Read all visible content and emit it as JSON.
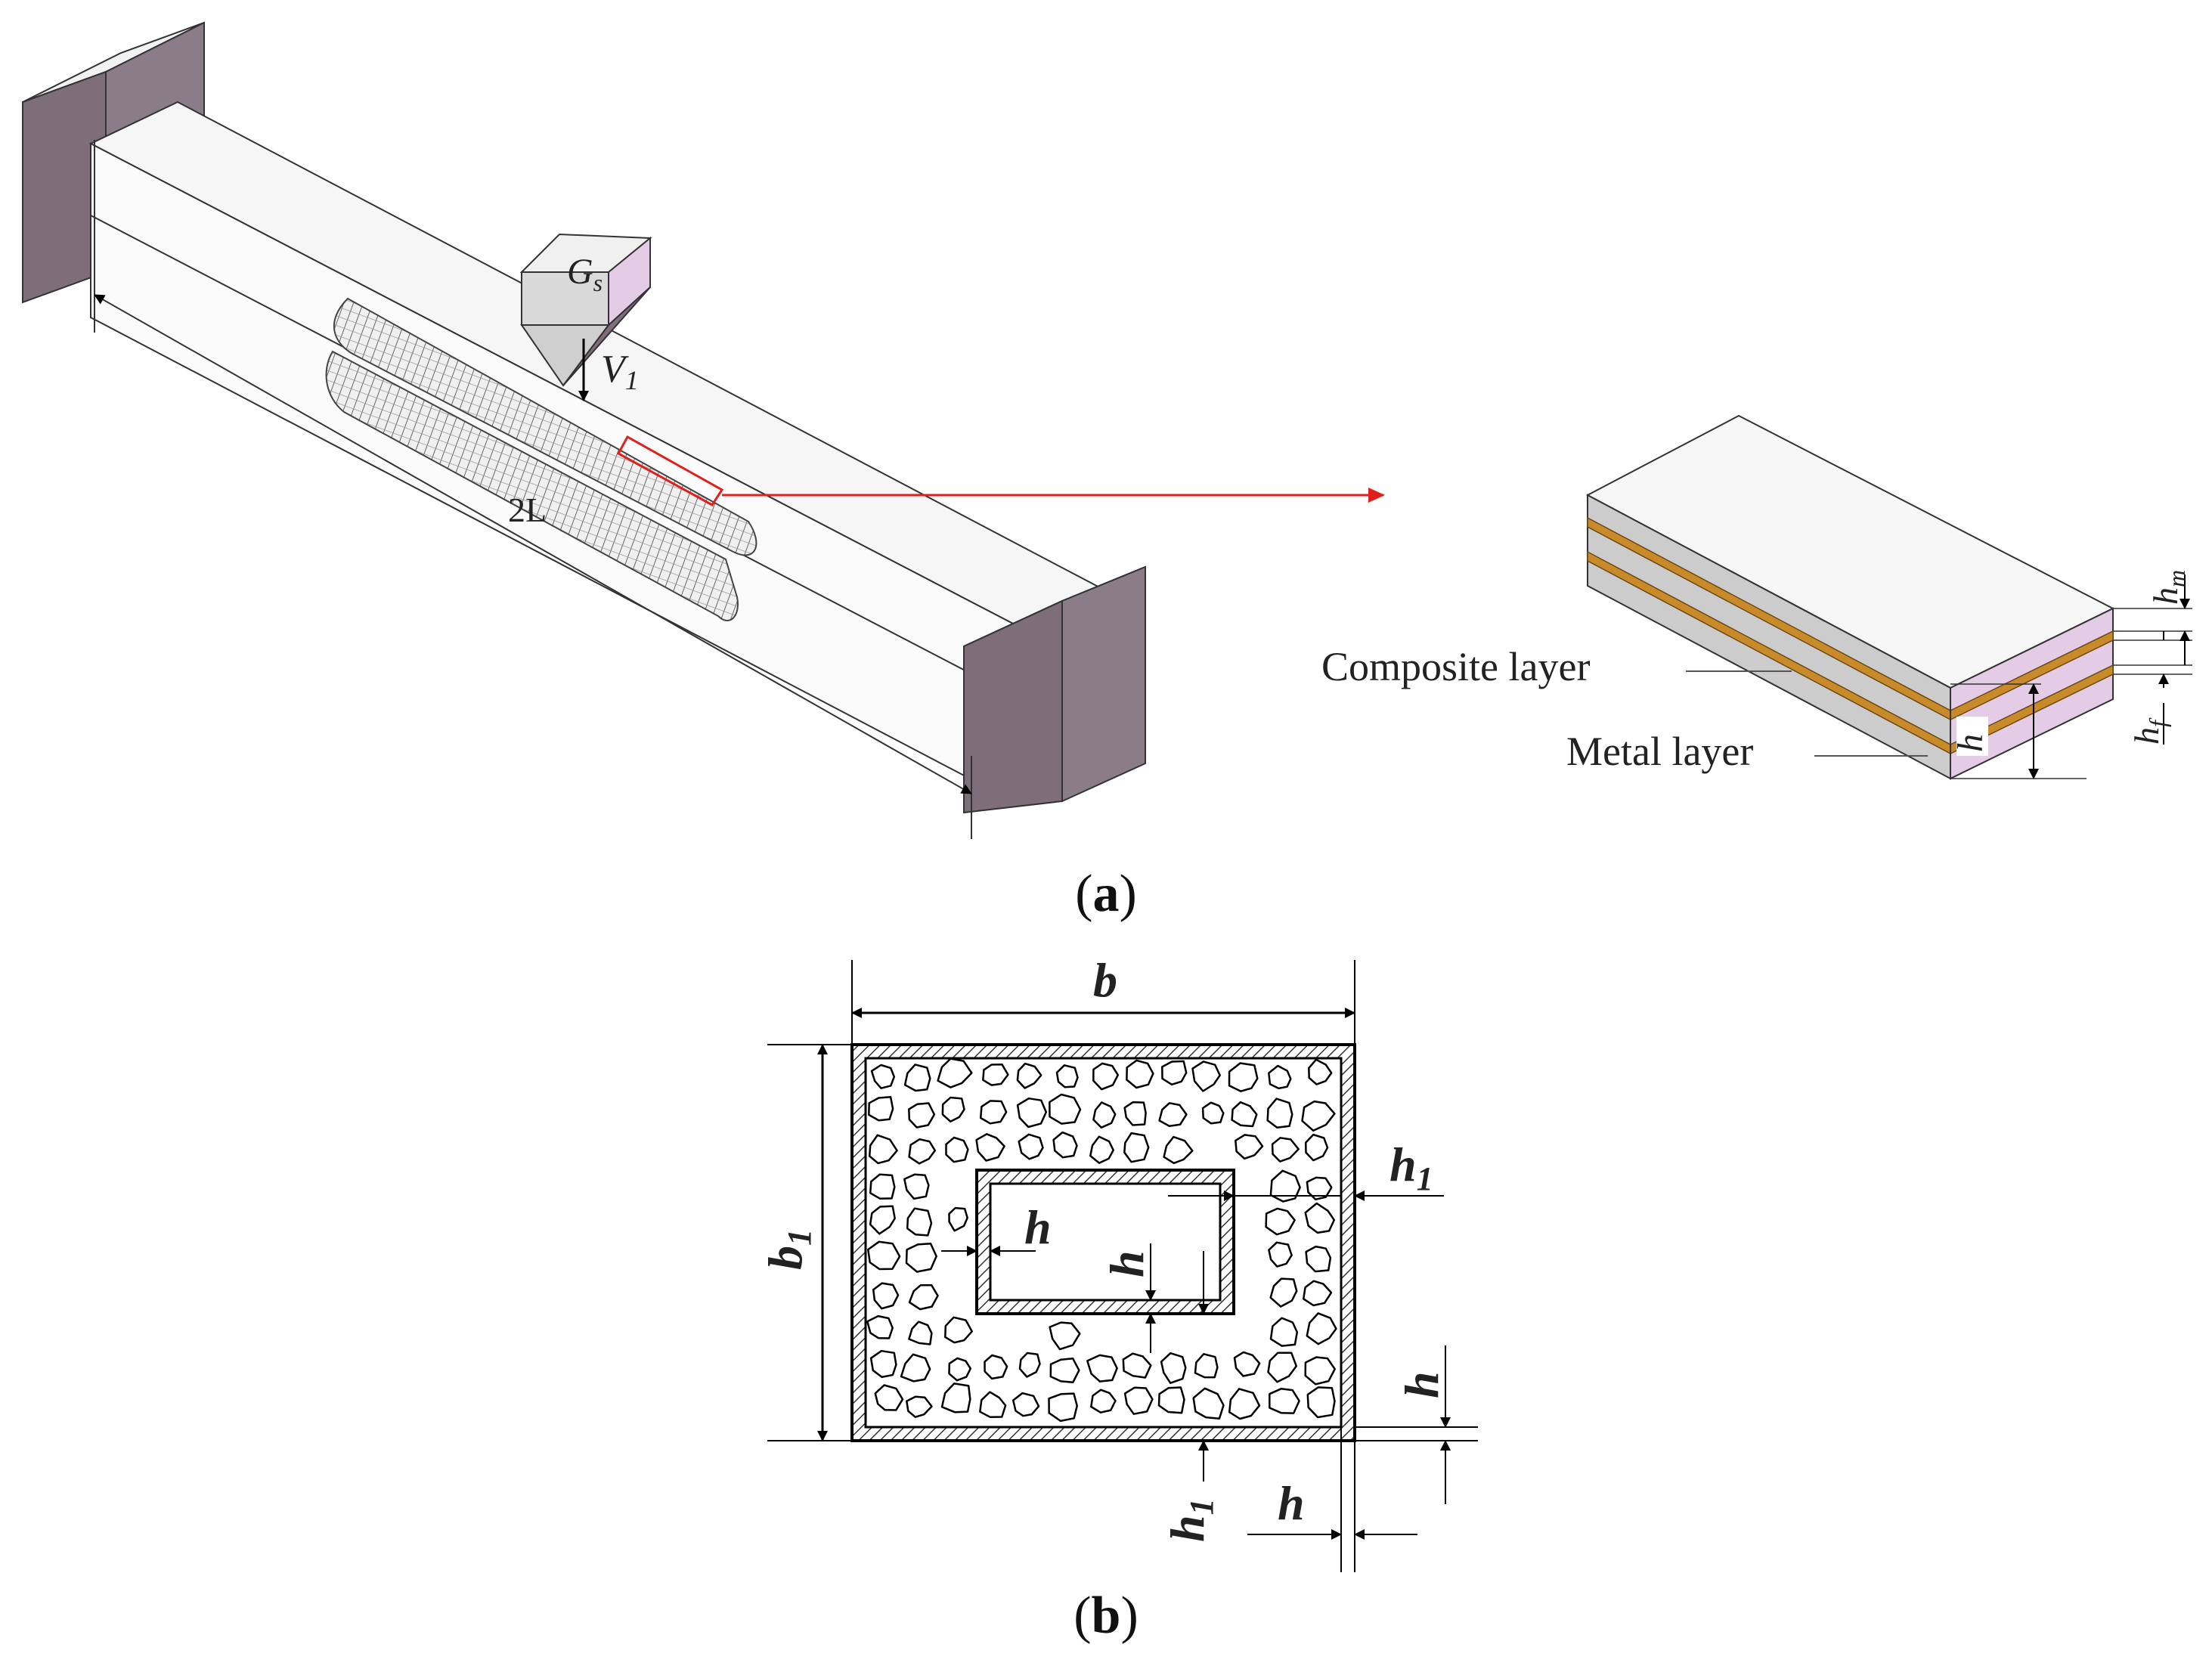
{
  "panel_a": {
    "load_label": "G",
    "load_sub": "s",
    "velocity_label": "V",
    "velocity_sub": "1",
    "span_label": "2L",
    "composite_label": "Composite layer",
    "metal_label": "Metal layer",
    "hm_label": "h",
    "hm_sub": "m",
    "hf_label": "h",
    "hf_sub": "f",
    "h_label": "h",
    "caption_open": "(",
    "caption_letter": "a",
    "caption_close": ")",
    "colors": {
      "metal": "#e4cce6",
      "composite": "#c98b2a",
      "beam_face": "#f3f3f3",
      "support_dark": "#7d6e7a",
      "highlight": "#e0201c"
    }
  },
  "panel_b": {
    "b_label": "b",
    "b1_label": "b",
    "b1_sub": "1",
    "h1_label": "h",
    "h1_sub": "1",
    "h_label": "h",
    "caption_open": "(",
    "caption_letter": "b",
    "caption_close": ")"
  }
}
